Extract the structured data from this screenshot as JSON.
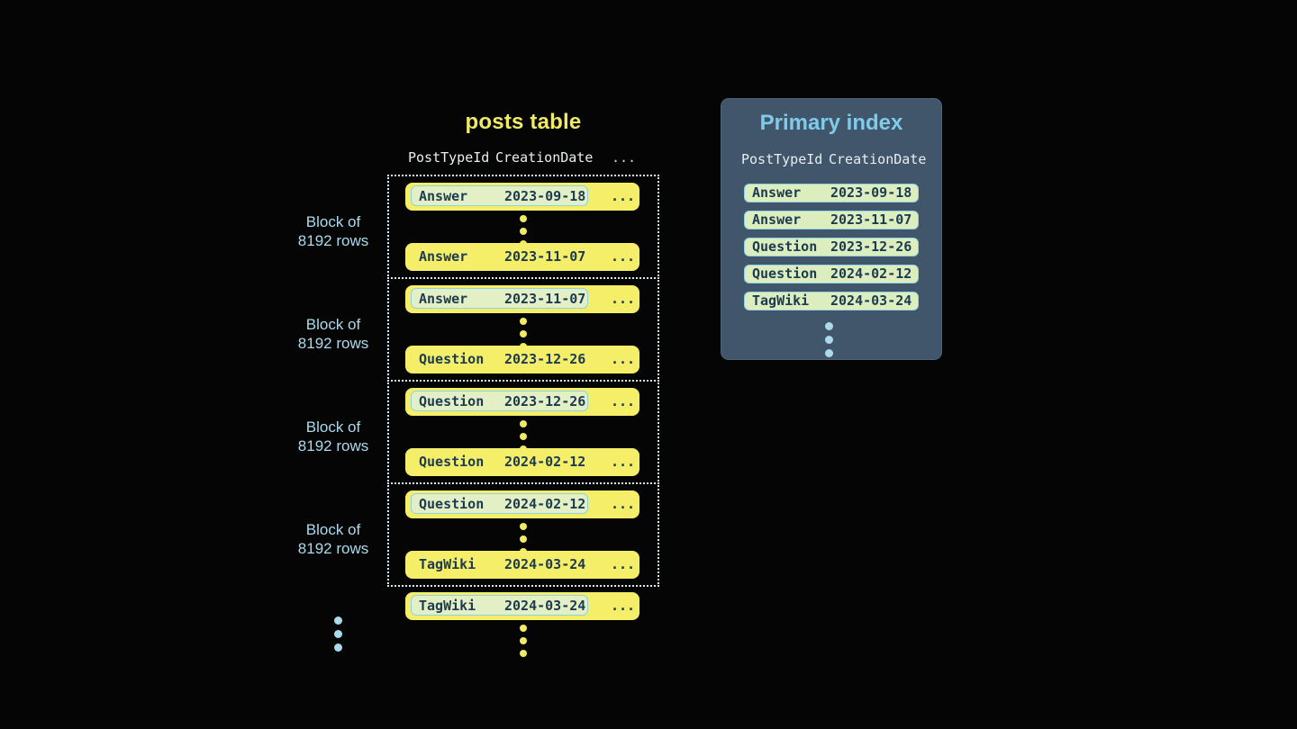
{
  "posts_table": {
    "title": "posts table",
    "header": {
      "col1": "PostTypeId",
      "col2": "CreationDate",
      "col3": "..."
    },
    "block_label": {
      "line1": "Block of",
      "line2": "8192 rows"
    },
    "blocks": [
      {
        "first_row": {
          "post_type": "Answer",
          "creation_date": "2023-09-18",
          "more": "..."
        },
        "last_row": {
          "post_type": "Answer",
          "creation_date": "2023-11-07",
          "more": "..."
        }
      },
      {
        "first_row": {
          "post_type": "Answer",
          "creation_date": "2023-11-07",
          "more": "..."
        },
        "last_row": {
          "post_type": "Question",
          "creation_date": "2023-12-26",
          "more": "..."
        }
      },
      {
        "first_row": {
          "post_type": "Question",
          "creation_date": "2023-12-26",
          "more": "..."
        },
        "last_row": {
          "post_type": "Question",
          "creation_date": "2024-02-12",
          "more": "..."
        }
      },
      {
        "first_row": {
          "post_type": "Question",
          "creation_date": "2024-02-12",
          "more": "..."
        },
        "last_row": {
          "post_type": "TagWiki",
          "creation_date": "2024-03-24",
          "more": "..."
        }
      }
    ],
    "trailing_row": {
      "post_type": "TagWiki",
      "creation_date": "2024-03-24",
      "more": "..."
    }
  },
  "primary_index": {
    "title": "Primary index",
    "header": {
      "col1": "PostTypeId",
      "col2": "CreationDate"
    },
    "rows": [
      {
        "post_type": "Answer",
        "creation_date": "2023-09-18"
      },
      {
        "post_type": "Answer",
        "creation_date": "2023-11-07"
      },
      {
        "post_type": "Question",
        "creation_date": "2023-12-26"
      },
      {
        "post_type": "Question",
        "creation_date": "2024-02-12"
      },
      {
        "post_type": "TagWiki",
        "creation_date": "2024-03-24"
      }
    ]
  },
  "colors": {
    "background": "#050505",
    "row_yellow": "#f4ee68",
    "title_yellow": "#f0ea64",
    "dark_navy_text": "#1d3a52",
    "highlight_fill": "#e3f0c5",
    "index_row_fill": "#dcedbe",
    "cyan_border": "#8fd2e6",
    "panel_background": "#41566a",
    "panel_title_blue": "#7fcbea",
    "label_blue": "#aadaec",
    "header_text": "#e9eef1",
    "dotted_border": "#d6ebf2"
  }
}
